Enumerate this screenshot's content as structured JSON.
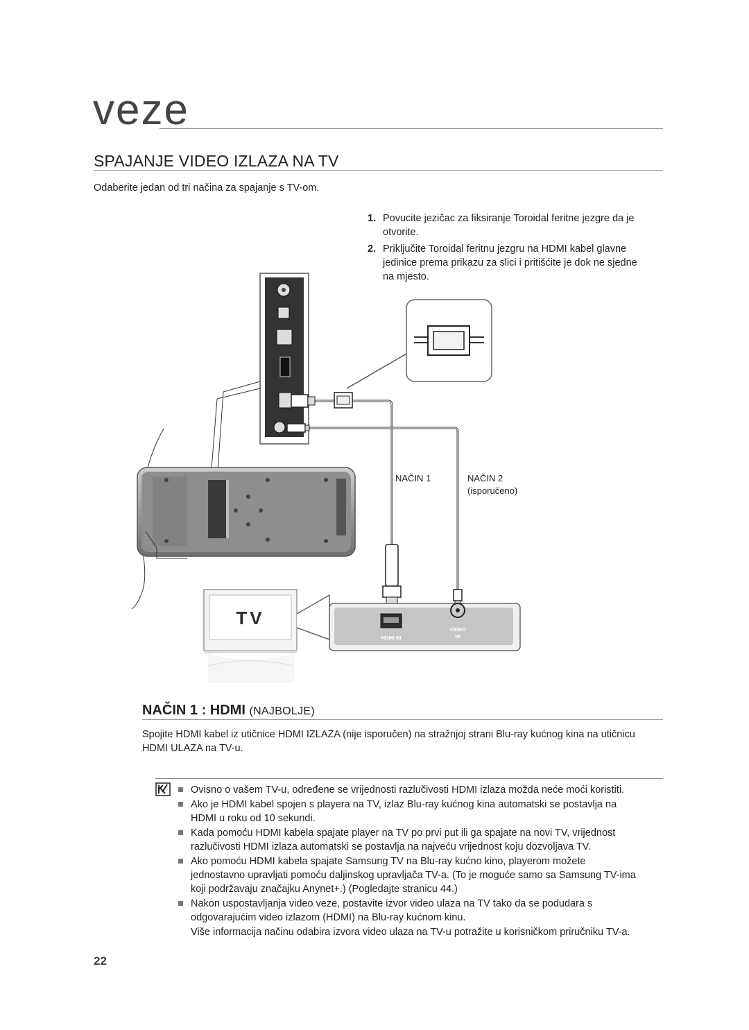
{
  "header": {
    "chapter": "veze"
  },
  "section": {
    "title": "SPAJANJE VIDEO IZLAZA NA TV",
    "intro": "Odaberite jedan od tri načina za spajanje s TV-om."
  },
  "steps": [
    {
      "num": "1.",
      "text": "Povucite jezičac za fiksiranje Toroidal feritne jezgre da je otvorite."
    },
    {
      "num": "2.",
      "text": "Priključite Toroidal feritnu jezgru na HDMI kabel glavne jedinice prema prikazu za slici i pritišćite je dok ne sjedne na mjesto."
    }
  ],
  "diagram": {
    "method1_label": "NAČIN 1",
    "method2_label": "NAČIN 2",
    "method2_note": "(isporučeno)",
    "tv_label": "TV",
    "hdmi_in_label": "HDMI IN",
    "video_label": "VIDEO",
    "in_label": "IN"
  },
  "method": {
    "title": "NAČIN 1 : HDMI",
    "title_suffix": "(NAJBOLJE)",
    "body": "Spojite HDMI kabel iz utičnice HDMI IZLAZA (nije isporučen) na stražnjoj strani Blu-ray kućnog kina na utičnicu HDMI ULAZA na TV-u."
  },
  "notes": [
    "Ovisno o vašem TV-u, određene se vrijednosti razlučivosti HDMI izlaza možda neće moći koristiti.",
    "Ako je HDMI kabel spojen s playera na TV, izlaz Blu-ray kućnog kina automatski se postavlja na HDMI u roku od 10 sekundi.",
    "Kada pomoću HDMI kabela spajate player na TV po prvi put ili ga spajate na novi TV, vrijednost razlučivosti HDMI izlaza automatski se postavlja na najveću vrijednost koju dozvoljava TV.",
    "Ako pomoću HDMI kabela spajate Samsung TV na Blu-ray kućno kino, playerom možete jednostavno upravljati pomoću daljinskog upravljača TV-a. (To je moguće samo sa Samsung TV-ima koji podržavaju značajku Anynet+.) (Pogledajte stranicu 44.)",
    "Nakon uspostavljanja video veze, postavite izvor video ulaza na TV tako da se podudara s odgovarajućim video izlazom (HDMI) na Blu-ray kućnom kinu."
  ],
  "note_extra": "Više informacija načinu odabira izvora video ulaza na TV-u potražite u korisničkom priručniku TV-a.",
  "page_number": "22"
}
